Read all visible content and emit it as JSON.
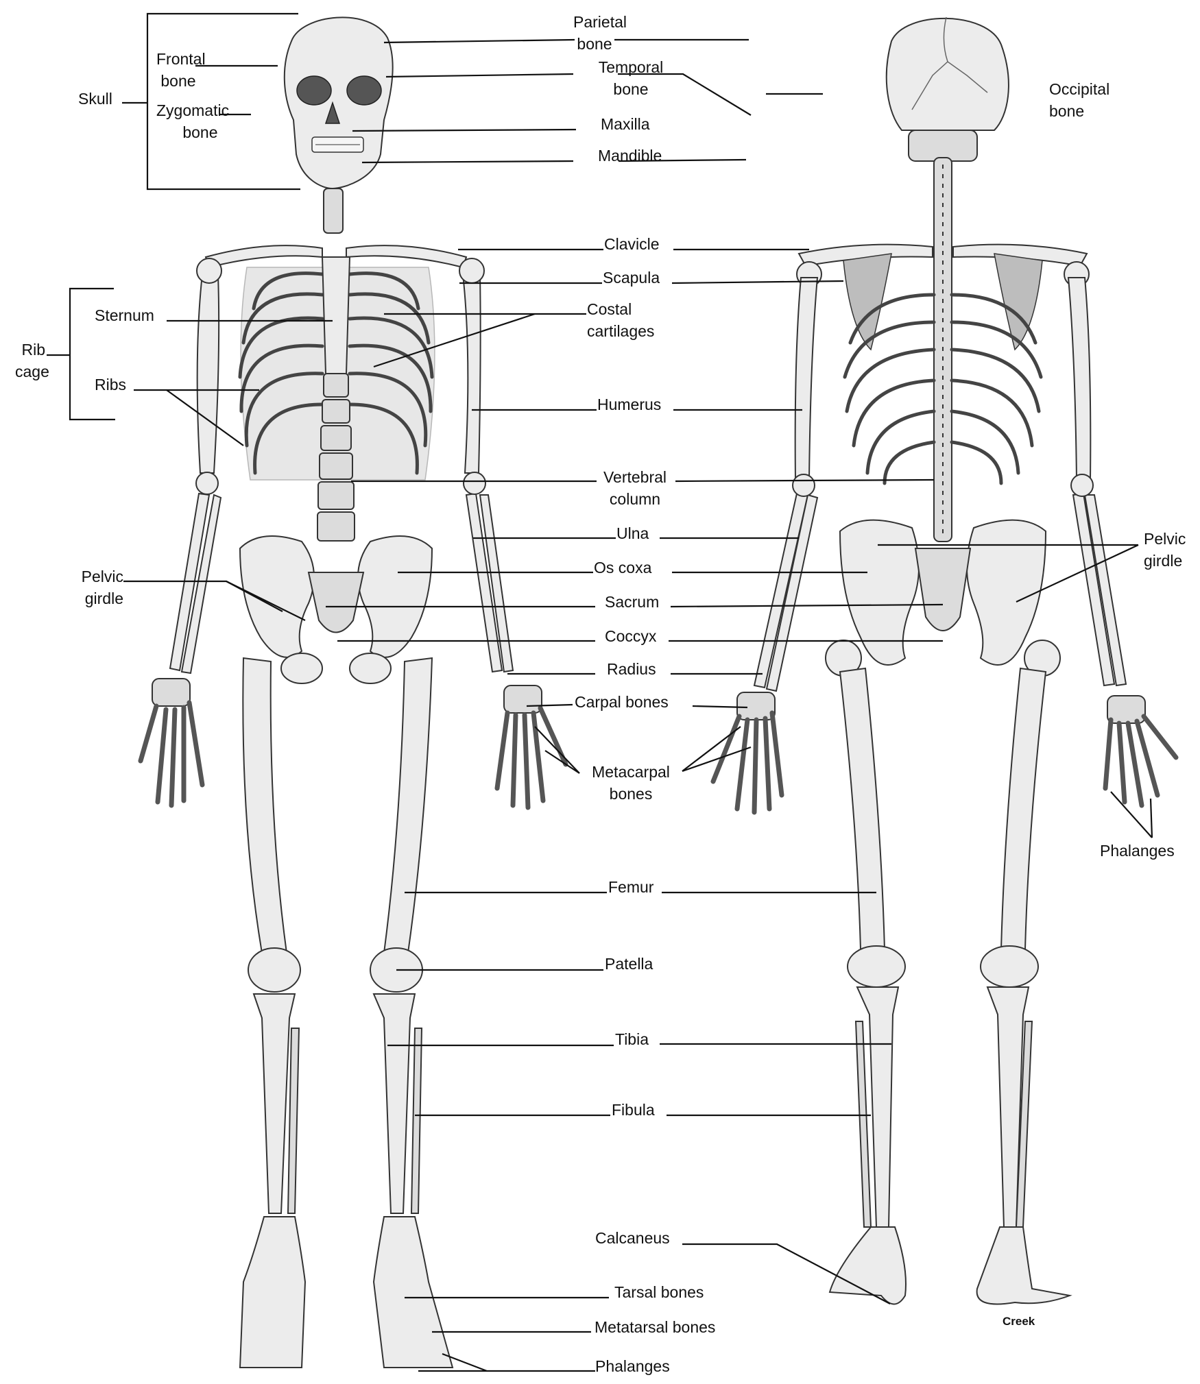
{
  "figure": {
    "title": "Human skeleton, anterior and posterior views",
    "credit": "Creek",
    "views": [
      "anterior",
      "posterior"
    ]
  },
  "labels": {
    "skull": "Skull",
    "frontal_bone": "Frontal\n bone",
    "zygomatic_bone": "Zygomatic\n      bone",
    "parietal_bone": "Parietal\nbone",
    "temporal_bone": "Temporal\nbone",
    "maxilla": "Maxilla",
    "mandible": "Mandible",
    "occipital_bone": "Occipital\nbone",
    "rib_cage": "Rib\ncage",
    "sternum": "Sternum",
    "ribs": "Ribs",
    "clavicle": "Clavicle",
    "scapula": "Scapula",
    "costal_cartilages": "Costal\ncartilages",
    "humerus": "Humerus",
    "vertebral_column": "Vertebral\ncolumn",
    "ulna": "Ulna",
    "os_coxa": "Os coxa",
    "sacrum": "Sacrum",
    "coccyx": "Coccyx",
    "radius": "Radius",
    "carpal_bones": "Carpal bones",
    "metacarpal_bones": "Metacarpal\nbones",
    "pelvic_girdle_left": "Pelvic\ngirdle",
    "pelvic_girdle_right": "Pelvic\ngirdle",
    "phalanges_hand": "Phalanges",
    "femur": "Femur",
    "patella": "Patella",
    "tibia": "Tibia",
    "fibula": "Fibula",
    "calcaneus": "Calcaneus",
    "tarsal_bones": "Tarsal bones",
    "metatarsal_bones": "Metatarsal bones",
    "phalanges_foot": "Phalanges"
  }
}
